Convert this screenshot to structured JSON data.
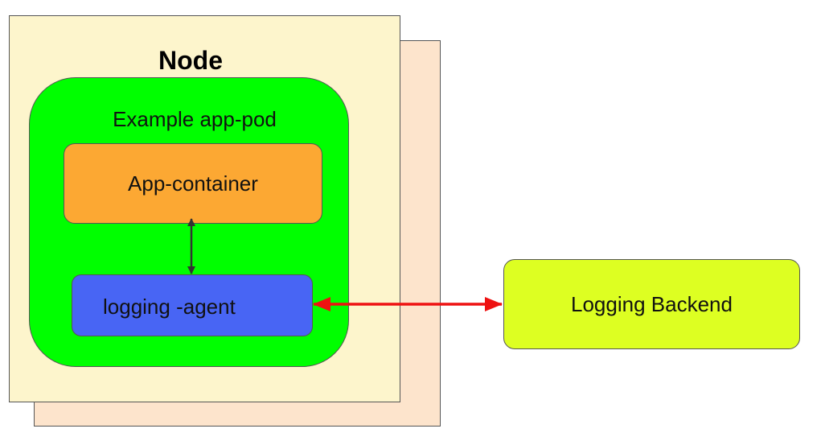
{
  "node": {
    "title": "Node"
  },
  "pod": {
    "label": "Example app-pod"
  },
  "app_container": {
    "label": "App-container"
  },
  "logging_agent": {
    "label": "logging -agent"
  },
  "backend": {
    "label": "Logging Backend"
  },
  "colors": {
    "node_fill": "#fdf5cc",
    "node_shadow_fill": "#fde4cc",
    "pod_fill": "#00ff00",
    "app_container_fill": "#fca833",
    "logging_agent_fill": "#4865f4",
    "backend_fill": "#ddff22",
    "internal_arrow": "#333333",
    "external_arrow": "#ee1111"
  }
}
